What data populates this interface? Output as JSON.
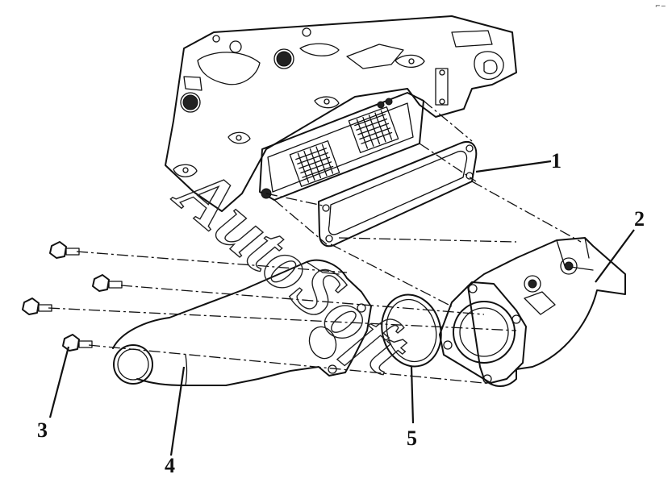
{
  "callouts": [
    {
      "id": "1",
      "label": "1"
    },
    {
      "id": "2",
      "label": "2"
    },
    {
      "id": "3",
      "label": "3"
    },
    {
      "id": "4",
      "label": "4"
    },
    {
      "id": "5",
      "label": "5"
    }
  ],
  "watermark": "AutoSoft",
  "corner_mark": "⌐−"
}
